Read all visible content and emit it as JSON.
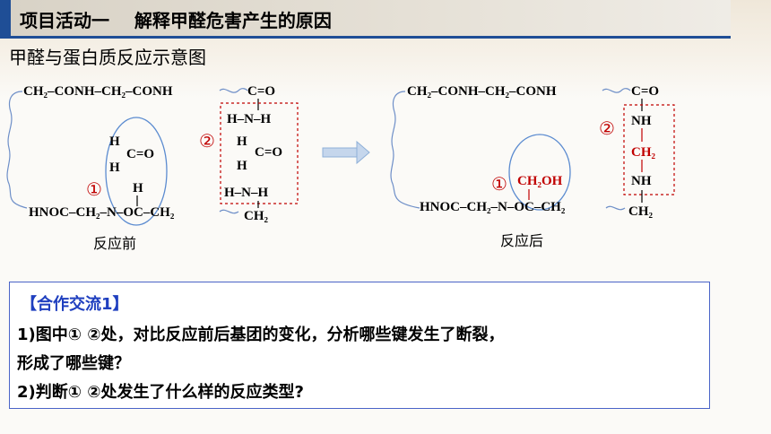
{
  "header": {
    "title": "项目活动一    解释甲醛危害产生的原因",
    "subtitle": "甲醛与蛋白质反应示意图"
  },
  "diagram": {
    "before": {
      "top_chain": "CH₂–CONH–CH₂–CONH",
      "carbonyl_top": "C=O",
      "amine_right": "H–N–H",
      "formaldehyde_H1": "H",
      "formaldehyde_H2": "H",
      "formaldehyde_CO": "C=O",
      "formaldehyde2_H1": "H",
      "formaldehyde2_H2": "H",
      "formaldehyde2_CO": "C=O",
      "amine_h": "H",
      "amine_lower": "H–N–H",
      "bottom_chain": "HNOC–CH₂–N–OC–CH₂",
      "ch2_right": "CH₂",
      "marker1": "①",
      "marker2": "②",
      "caption": "反应前"
    },
    "arrow_icon": "right-arrow-icon",
    "after": {
      "top_chain": "CH₂–CONH–CH₂–CONH",
      "carbonyl_top": "C=O",
      "nh_upper": "NH",
      "ch2_bridge": "CH₂",
      "nh_lower": "NH",
      "ch2oh": "CH₂OH",
      "bottom_chain": "HNOC–CH₂–N–OC–CH₂",
      "ch2_right": "CH₂",
      "marker1": "①",
      "marker2": "②",
      "caption": "反应后"
    },
    "colors": {
      "highlight_red": "#c00000",
      "ellipse_blue": "#5b8bd0",
      "arrow_blue": "#8fb0d8"
    }
  },
  "discussion": {
    "title": "【合作交流1】",
    "line1": "1)图中① ②处，对比反应前后基团的变化，分析哪些键发生了断裂，",
    "line2": "形成了哪些键？",
    "line3": "2)判断① ②处发生了什么样的反应类型?"
  }
}
